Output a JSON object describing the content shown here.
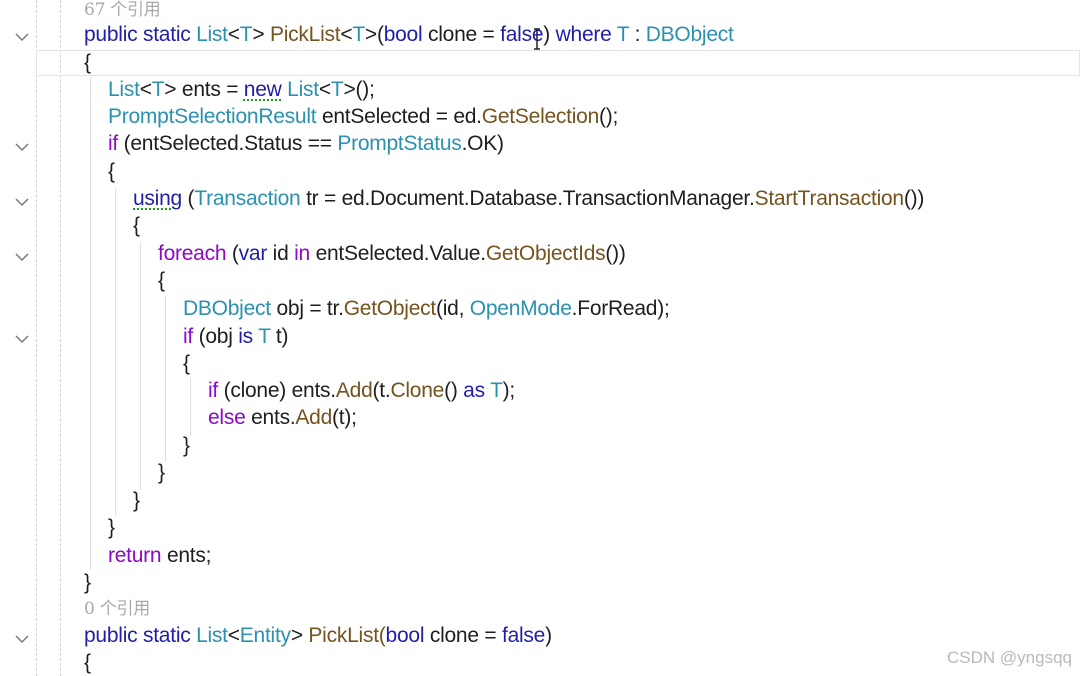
{
  "watermark": "CSDN @yngsqq",
  "codelens": {
    "refs_67": "67 个引用",
    "refs_0": "0 个引用"
  },
  "tokens": {
    "public": "public",
    "static": "static",
    "List": "List",
    "lt": "<",
    "gt": ">",
    "T": "T",
    "PickList": "PickList",
    "open_paren": "(",
    "close_paren": ")",
    "bool": "bool",
    "clone": "clone",
    "eq": "=",
    "false": "false",
    "where": "where",
    "colon": ":",
    "DBObject": "DBObject",
    "brace_open": "{",
    "brace_close": "}",
    "ents": "ents",
    "new": "new",
    "empty_call": "();",
    "PromptSelectionResult": "PromptSelectionResult",
    "entSelected": "entSelected",
    "ed_dot": "ed.",
    "GetSelection": "GetSelection",
    "if": "if",
    "status_cmp": "(entSelected.Status ==",
    "PromptStatus": "PromptStatus",
    "ok_close": ".OK)",
    "using": "using",
    "Transaction": "Transaction",
    "tr_assign": "tr = ed.Document.Database.TransactionManager.",
    "StartTransaction": "StartTransaction",
    "parens_close": "())",
    "foreach": "foreach",
    "var": "var",
    "id": "id",
    "in": "in",
    "value_dot": ".Value.",
    "GetObjectIds": "GetObjectIds",
    "obj_assign": "obj = tr.",
    "GetObject": "GetObject",
    "id_comma": "(id,",
    "OpenMode": "OpenMode",
    "forread": ".ForRead);",
    "obj": "(obj",
    "is": "is",
    "t_close": "t)",
    "clone_cond": "(clone) ents.",
    "Add": "Add",
    "t_dot": "(t.",
    "Clone": "Clone",
    "call_as": "()",
    "as": "as",
    "paren_semi": ");",
    "else": "else",
    "ents_dot": "ents.",
    "t_semi": "(t);",
    "return": "return",
    "ents_semi": "ents;",
    "Entity": "Entity",
    "pl_open": "PickList(",
    "sp": " "
  }
}
